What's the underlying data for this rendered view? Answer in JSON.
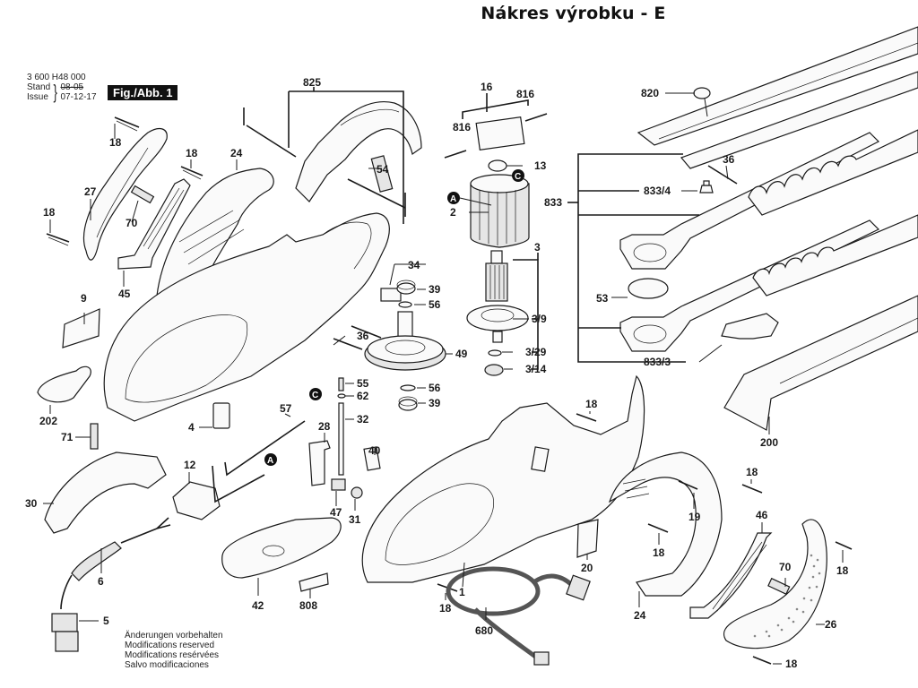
{
  "header": {
    "title": "Nákres výrobku - E"
  },
  "document_info": {
    "part_number": "3 600 H48 000",
    "stand_label": "Stand",
    "issue_label": "Issue",
    "stand_value": "08-05",
    "issue_value": "07-12-17",
    "figure_label": "Fig./Abb. 1"
  },
  "disclaimer": {
    "lines": [
      "Änderungen vorbehalten",
      "Modifications reserved",
      "Modifications resérvées",
      "Salvo modificaciones"
    ]
  },
  "reference_markers": [
    "A",
    "C"
  ],
  "part_labels": {
    "p825": "825",
    "p16": "16",
    "p816a": "816",
    "p816b": "816",
    "p13": "13",
    "p2": "2",
    "p3": "3",
    "p3_9": "3/9",
    "p3_29": "3/29",
    "p3_14": "3/14",
    "p820": "820",
    "p36a": "36",
    "p833": "833",
    "p833_4": "833/4",
    "p833_3": "833/3",
    "p53": "53",
    "p18a": "18",
    "p18b": "18",
    "p18c": "18",
    "p24a": "24",
    "p27": "27",
    "p70a": "70",
    "p45": "45",
    "p54": "54",
    "p9": "9",
    "p34": "34",
    "p39a": "39",
    "p56a": "56",
    "p36b": "36",
    "p49": "49",
    "p56b": "56",
    "p39b": "39",
    "p55": "55",
    "p62": "62",
    "p32": "32",
    "p57": "57",
    "p28": "28",
    "p4": "4",
    "p202": "202",
    "p71": "71",
    "p12": "12",
    "p40": "40",
    "p47": "47",
    "p31": "31",
    "p30": "30",
    "p6": "6",
    "p5": "5",
    "p42": "42",
    "p808": "808",
    "p200": "200",
    "p18d": "18",
    "p18e": "18",
    "p19": "19",
    "p18f": "18",
    "p46": "46",
    "p70b": "70",
    "p20": "20",
    "p18g": "18",
    "p18h": "18",
    "p1": "1",
    "p24b": "24",
    "p26": "26",
    "p680": "680",
    "p18i": "18"
  }
}
